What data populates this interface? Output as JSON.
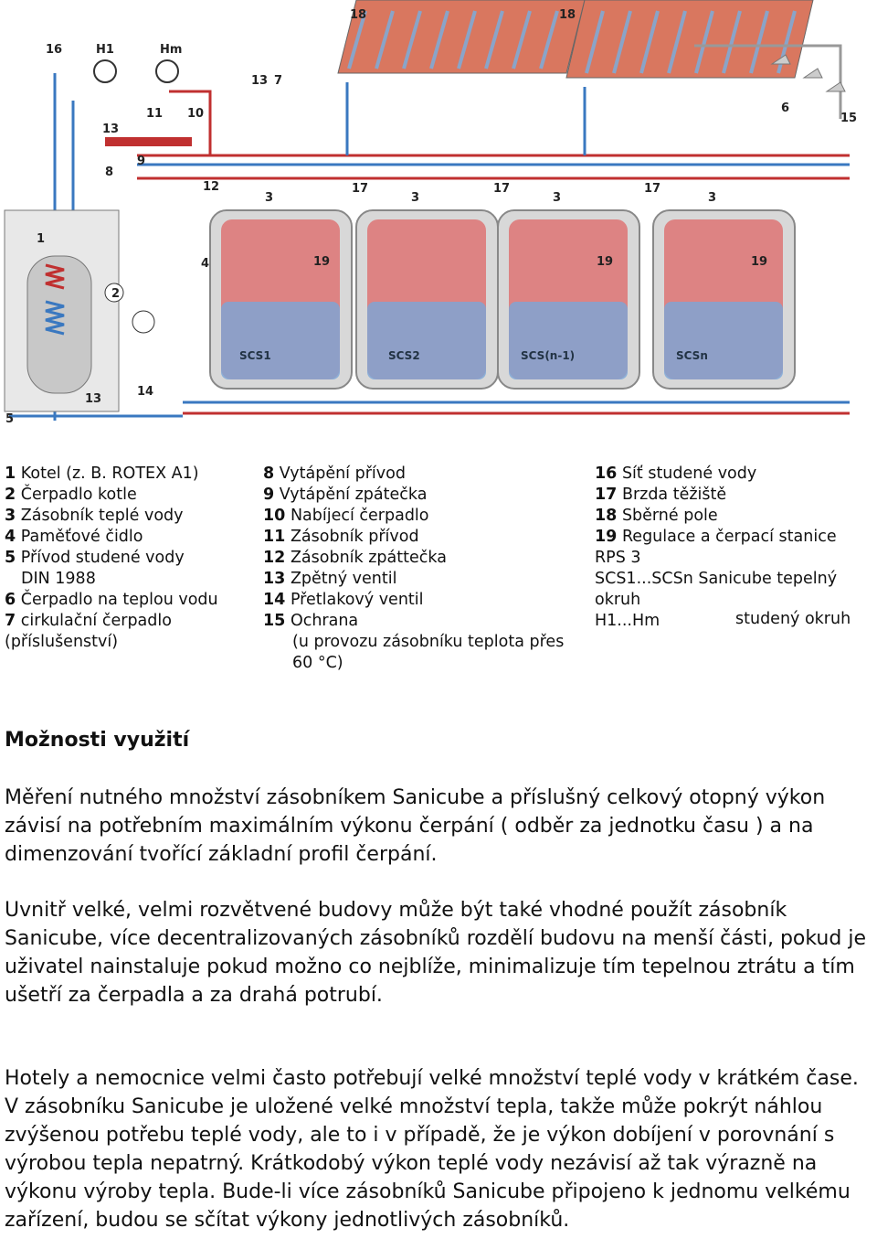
{
  "figure": {
    "tank_labels": [
      "SCS1",
      "SCS2",
      "SCS(n-1)",
      "SCSn"
    ],
    "panel_labels": [
      "18",
      "18"
    ],
    "callouts": [
      "16",
      "H1",
      "Hm",
      "13",
      "7",
      "13",
      "11",
      "10",
      "8",
      "9",
      "4",
      "2",
      "5",
      "13",
      "14",
      "17",
      "17",
      "17",
      "12",
      "3",
      "3",
      "3",
      "3",
      "19",
      "19",
      "19",
      "6",
      "15",
      "1"
    ]
  },
  "legend": {
    "col1": [
      {
        "num": "1",
        "text": "Kotel (z. B. ROTEX A1)"
      },
      {
        "num": "2",
        "text": "Čerpadlo kotle"
      },
      {
        "num": "3",
        "text": "Zásobník teplé vody"
      },
      {
        "num": "4",
        "text": "Paměťové čidlo"
      },
      {
        "num": "5",
        "text": "Přívod studené vody"
      },
      {
        "num": "",
        "text": "DIN 1988"
      },
      {
        "num": "6",
        "text": "Čerpadlo na teplou vodu"
      },
      {
        "num": "7",
        "text": "cirkulační čerpadlo"
      },
      {
        "num": "",
        "text": "(příslušenství)"
      }
    ],
    "col2": [
      {
        "num": "8",
        "text": "Vytápění přívod"
      },
      {
        "num": "9",
        "text": "Vytápění zpátečka"
      },
      {
        "num": "10",
        "text": "Nabíjecí čerpadlo"
      },
      {
        "num": "11",
        "text": "Zásobník přívod"
      },
      {
        "num": "12",
        "text": "Zásobník zpáttečka"
      },
      {
        "num": "13",
        "text": "Zpětný ventil"
      },
      {
        "num": "14",
        "text": "Přetlakový ventil"
      },
      {
        "num": "15",
        "text": "Ochrana"
      },
      {
        "num": "",
        "text": "(u provozu zásobníku teplota přes"
      },
      {
        "num": "",
        "text": "60 °C)"
      }
    ],
    "col3": [
      {
        "num": "16",
        "text": "Síť studené vody"
      },
      {
        "num": "17",
        "text": "Brzda těžiště"
      },
      {
        "num": "18",
        "text": "Sběrné pole"
      },
      {
        "num": "19",
        "text": "Regulace a čerpací stanice"
      },
      {
        "num": "",
        "text": "RPS 3"
      },
      {
        "num": "",
        "text": "SCS1...SCSn Sanicube tepelný"
      },
      {
        "num": "",
        "text": "okruh"
      },
      {
        "num": "",
        "text": "H1...Hm"
      }
    ],
    "h1m_suffix": "studený okruh"
  },
  "section": {
    "title": "Možnosti využití",
    "paragraphs": [
      "Měření nutného množství zásobníkem Sanicube a příslušný celkový otopný výkon závisí na potřebním maximálním výkonu čerpání ( odběr za jednotku času ) a na dimenzování  tvořící základní profil čerpání.",
      "Uvnitř velké, velmi rozvětvené budovy může být také vhodné použít zásobník Sanicube, více decentralizovaných zásobníků rozdělí budovu na menší části, pokud je uživatel nainstaluje pokud možno co nejblíže, minimalizuje tím tepelnou ztrátu a tím ušetří za čerpadla a za drahá potrubí.",
      "Hotely a nemocnice velmi často potřebují velké množství teplé vody v krátkém čase. V zásobníku Sanicube je uložené velké množství tepla, takže může pokrýt náhlou zvýšenou potřebu teplé vody, ale to i v případě, že je výkon dobíjení v porovnání s výrobou tepla nepatrný. Krátkodobý výkon teplé vody nezávisí až tak výrazně na výkonu výroby tepla. Bude-li více zásobníků Sanicube připojeno k jednomu velkému zařízení, budou se sčítat výkony jednotlivých zásobníků."
    ]
  }
}
